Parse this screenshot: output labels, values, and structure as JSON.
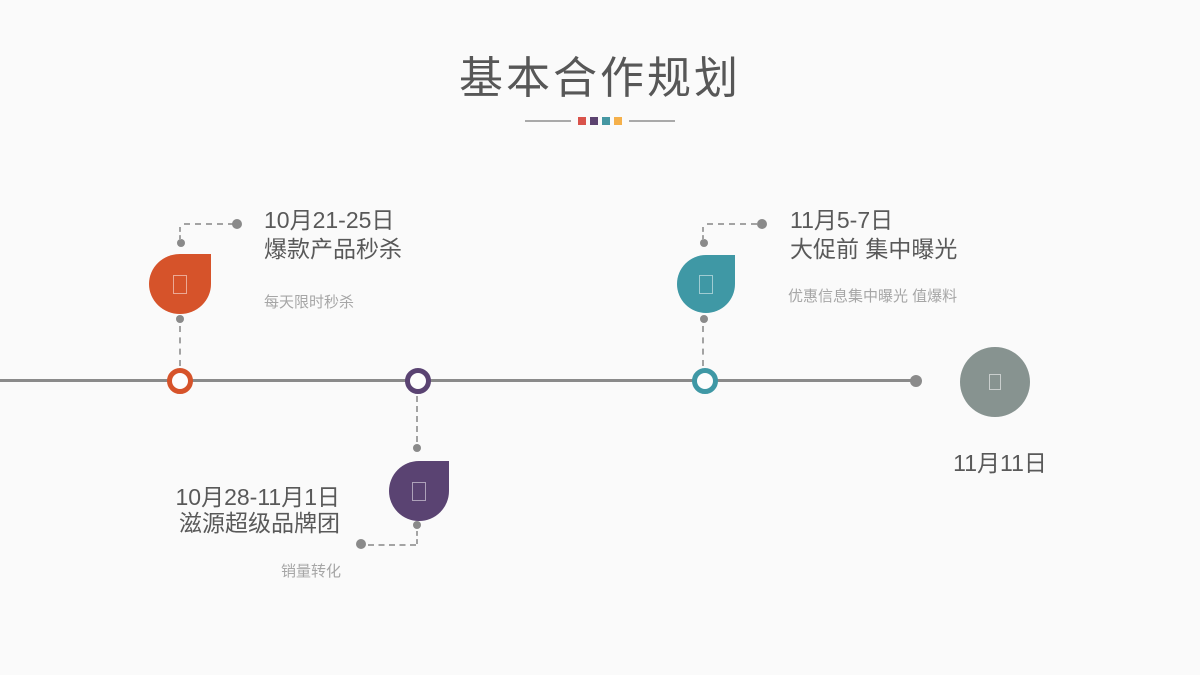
{
  "slide": {
    "title": "基本合作规划",
    "colors": {
      "background": "#fafafa",
      "title_text": "#575757",
      "heading_text": "#595959",
      "sub_text": "#a6a6a6",
      "axis_line": "#8a8a8a",
      "connector": "#a3a3a3"
    },
    "divider": {
      "square_colors": [
        "#d9534b",
        "#5c4370",
        "#4597a2",
        "#f5b04a"
      ]
    }
  },
  "timeline": {
    "milestones": [
      {
        "date": "10月21-25日",
        "heading": "爆款产品秒杀",
        "sub": "每天限时秒杀",
        "color": "#d6532a",
        "side": "above"
      },
      {
        "date": "10月28-11月1日",
        "heading": "滋源超级品牌团",
        "sub": "销量转化",
        "color": "#5a4372",
        "side": "below"
      },
      {
        "date": "11月5-7日",
        "heading": "大促前 集中曝光",
        "sub": "优惠信息集中曝光 值爆料",
        "color": "#3f98a5",
        "side": "above"
      }
    ],
    "end_milestone": {
      "date": "11月11日",
      "color": "#879390"
    }
  }
}
